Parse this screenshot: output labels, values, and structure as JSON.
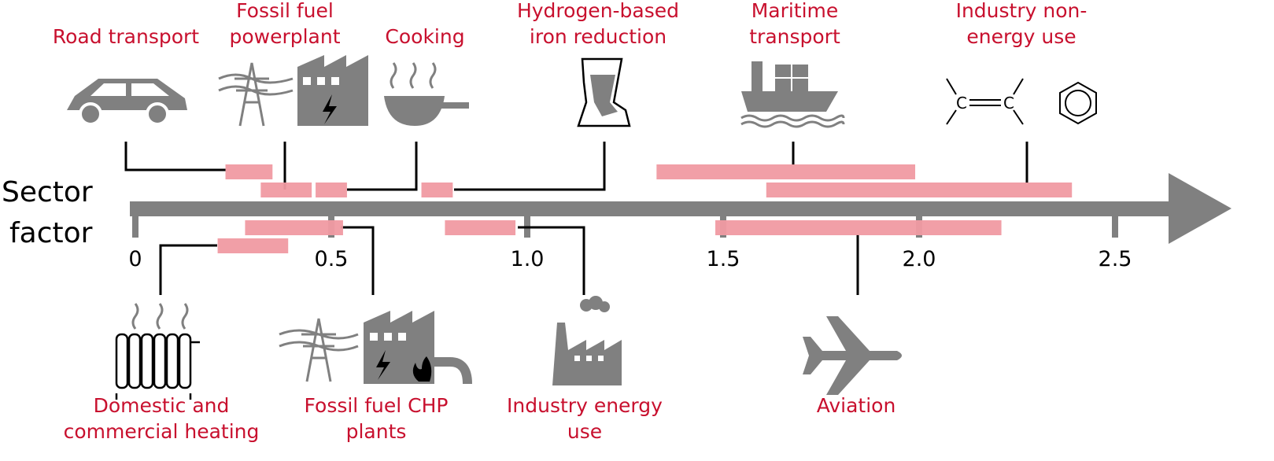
{
  "axis": {
    "title_line1": "Sector",
    "title_line2": "factor",
    "ticks": [
      "0",
      "0.5",
      "1.0",
      "1.5",
      "2.0",
      "2.5"
    ]
  },
  "colors": {
    "bar": "#f09aa2",
    "axis": "#808080",
    "label": "#c8102e"
  },
  "chart_data": {
    "type": "range",
    "xlim": [
      0,
      2.8
    ],
    "sectors": [
      {
        "key": "road",
        "label_lines": [
          "Road transport"
        ],
        "range": [
          0.23,
          0.35
        ],
        "side": "top",
        "row": 1,
        "icon": "car-icon"
      },
      {
        "key": "powerplant",
        "label_lines": [
          "Fossil fuel",
          "powerplant"
        ],
        "range": [
          0.32,
          0.45
        ],
        "side": "top",
        "row": 2,
        "icon": "powerplant-icon"
      },
      {
        "key": "cooking",
        "label_lines": [
          "Cooking"
        ],
        "range": [
          0.46,
          0.54
        ],
        "side": "top",
        "row": 2,
        "icon": "cooking-pot-icon"
      },
      {
        "key": "iron",
        "label_lines": [
          "Hydrogen-based",
          "iron reduction"
        ],
        "range": [
          0.73,
          0.81
        ],
        "side": "top",
        "row": 2,
        "icon": "furnace-icon"
      },
      {
        "key": "maritime",
        "label_lines": [
          "Maritime",
          "transport"
        ],
        "range": [
          1.33,
          1.99
        ],
        "side": "top",
        "row": 1,
        "icon": "ship-icon"
      },
      {
        "key": "nonenergy",
        "label_lines": [
          "Industry non-",
          "energy use"
        ],
        "range": [
          1.61,
          2.39
        ],
        "side": "top",
        "row": 2,
        "icon": "chemical-molecule-icon"
      },
      {
        "key": "heating",
        "label_lines": [
          "Domestic and",
          "commercial heating"
        ],
        "range": [
          0.21,
          0.39
        ],
        "side": "bottom",
        "row": 2,
        "icon": "radiator-icon"
      },
      {
        "key": "chp",
        "label_lines": [
          "Fossil fuel CHP",
          "plants"
        ],
        "range": [
          0.28,
          0.53
        ],
        "side": "bottom",
        "row": 1,
        "icon": "chp-plant-icon"
      },
      {
        "key": "industry",
        "label_lines": [
          "Industry energy",
          "use"
        ],
        "range": [
          0.79,
          0.97
        ],
        "side": "bottom",
        "row": 1,
        "icon": "factory-icon"
      },
      {
        "key": "aviation",
        "label_lines": [
          "Aviation"
        ],
        "range": [
          1.48,
          2.21
        ],
        "side": "bottom",
        "row": 1,
        "icon": "airplane-icon"
      }
    ]
  }
}
